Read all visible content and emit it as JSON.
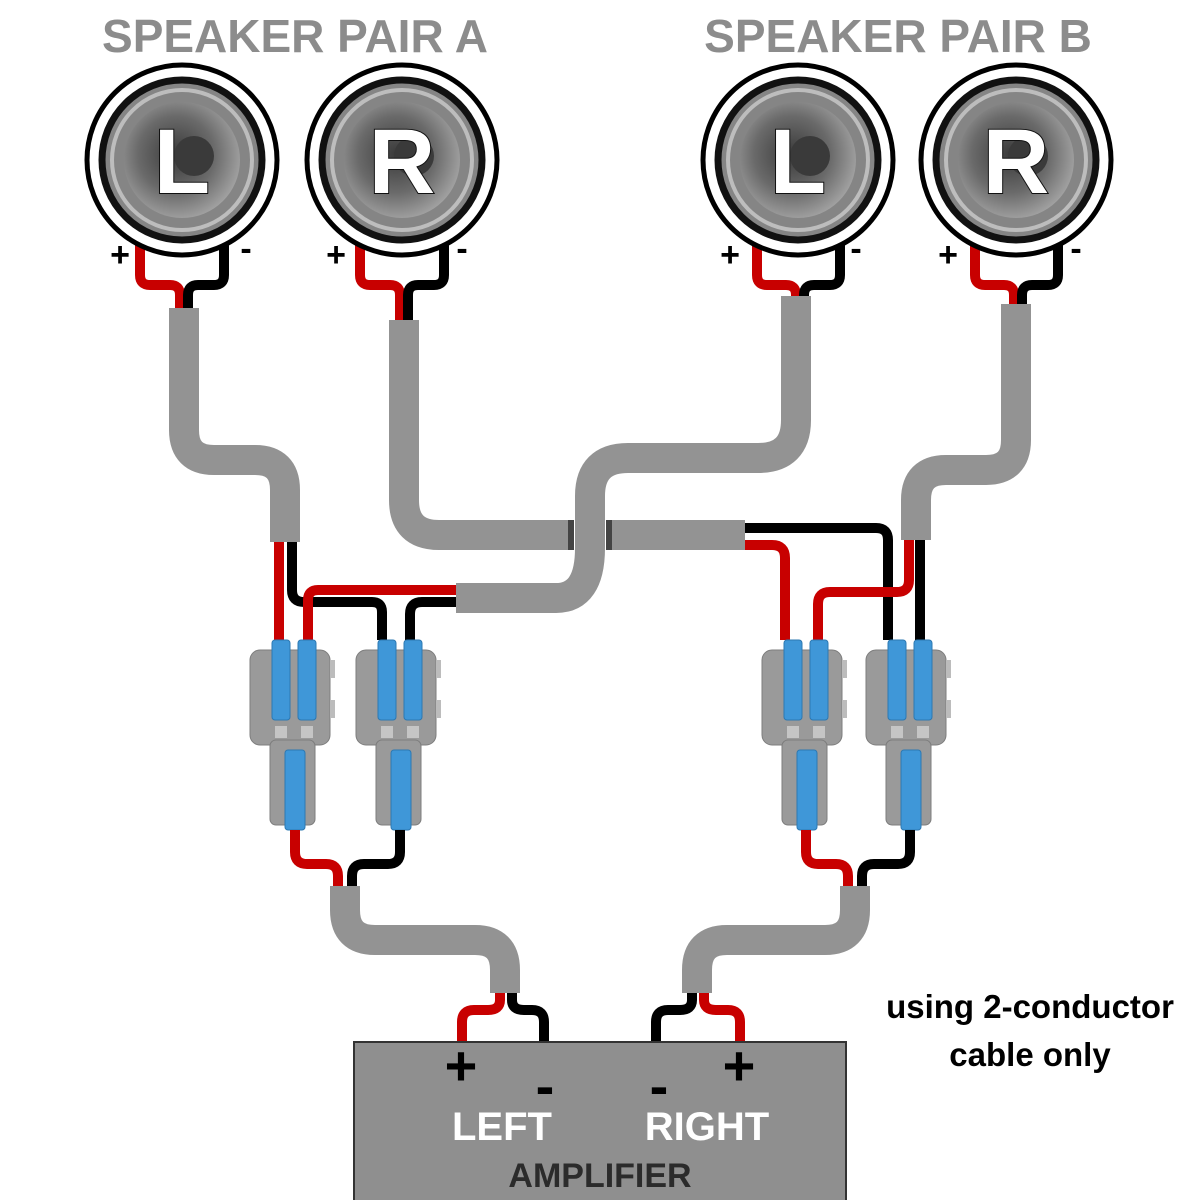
{
  "titles": {
    "pair_a": "SPEAKER PAIR A",
    "pair_b": "SPEAKER PAIR B"
  },
  "speakers": [
    {
      "id": "a-left",
      "pair": "A",
      "letter": "L",
      "plus": "+",
      "minus": "-"
    },
    {
      "id": "a-right",
      "pair": "A",
      "letter": "R",
      "plus": "+",
      "minus": "-"
    },
    {
      "id": "b-left",
      "pair": "B",
      "letter": "L",
      "plus": "+",
      "minus": "-"
    },
    {
      "id": "b-right",
      "pair": "B",
      "letter": "R",
      "plus": "+",
      "minus": "-"
    }
  ],
  "amplifier": {
    "name": "AMPLIFIER",
    "left_label": "LEFT",
    "right_label": "RIGHT",
    "left_plus": "+",
    "left_minus": "-",
    "right_minus": "-",
    "right_plus": "+"
  },
  "note": {
    "line1": "using 2-conductor",
    "line2": "cable only"
  },
  "colors": {
    "cable": "#939393",
    "positive_wire": "#c80000",
    "negative_wire": "#000000",
    "connector_body": "#9a9a9a",
    "connector_lever": "#3f97d8",
    "amplifier_body": "#8f8f8f",
    "title_text": "#8c8c8c"
  },
  "connectors": [
    {
      "id": "left-positive",
      "group": "left",
      "polarity": "+"
    },
    {
      "id": "left-negative",
      "group": "left",
      "polarity": "-"
    },
    {
      "id": "right-positive",
      "group": "right",
      "polarity": "+"
    },
    {
      "id": "right-negative",
      "group": "right",
      "polarity": "-"
    }
  ]
}
